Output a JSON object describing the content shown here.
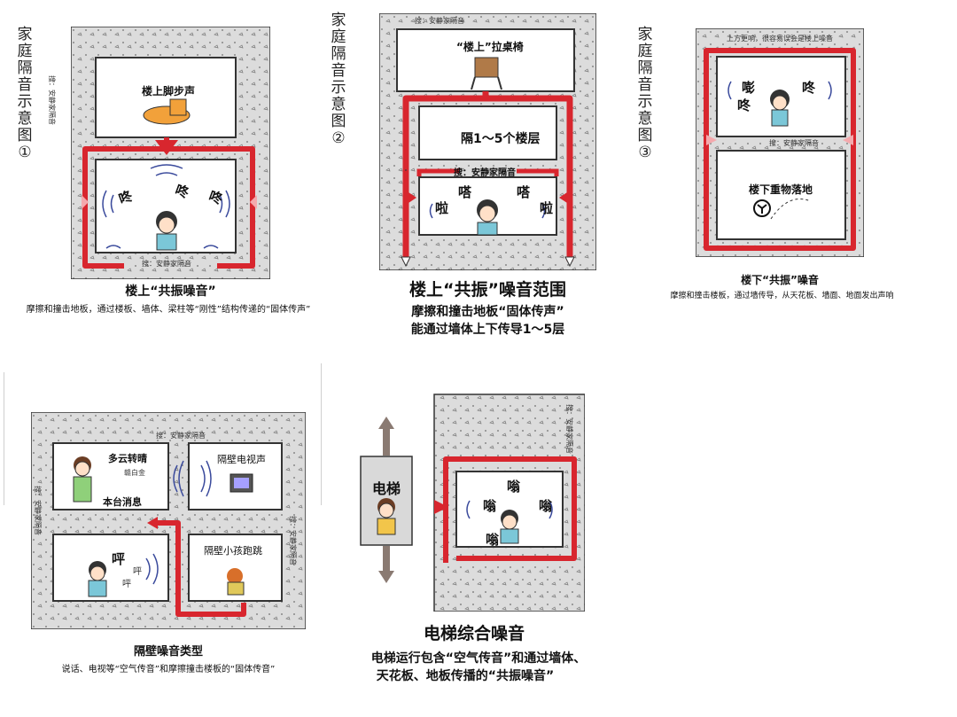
{
  "panel1": {
    "side_title": "家庭隔音示意图①",
    "room_label": "楼上脚步声",
    "onomatopoeia": [
      "咚",
      "咚",
      "咚"
    ],
    "watermark_bottom": "搜：安静家隔音",
    "watermark_side": "搜：安静家隔音",
    "caption_title": "楼上“共振噪音”",
    "caption_sub": "摩擦和撞击地板，通过楼板、墙体、梁柱等“刚性”结构传递的“固体传声”"
  },
  "panel2": {
    "side_title": "家庭隔音示意图②",
    "watermark_top": "搜：安静家隔音",
    "chair_label": "“楼上”拉桌椅",
    "floors_label": "隔1～5个楼层",
    "watermark_mid": "搜：安静家隔音",
    "onomatopoeia": [
      "嗒",
      "嗒",
      "啦",
      "啦"
    ],
    "caption_title": "楼上“共振”噪音范围",
    "caption_sub_1": "摩擦和撞击地板“固体传声”",
    "caption_sub_2": "能通过墙体上下传导1～5层"
  },
  "panel3": {
    "side_title": "家庭隔音示意图③",
    "top_note": "上方更响，很容易误会是楼上噪音",
    "onomatopoeia": [
      "嘭",
      "咚",
      "咚"
    ],
    "watermark_mid": "搜：安静家隔音",
    "room_label": "楼下重物落地",
    "caption_title": "楼下“共振”噪音",
    "caption_sub": "摩擦和撞击楼板，通过墙传导，从天花板、墙面、地面发出声响"
  },
  "panel4": {
    "watermark_top": "搜：安静家隔音",
    "watermark_side_left": "搜：安静家隔音",
    "watermark_side_right": "搜：安静家隔音",
    "tv_texts": [
      "多云转晴",
      "赣白金",
      "本台消息"
    ],
    "tv_label": "隔壁电视声",
    "kid_label": "隔壁小孩跑跳",
    "onomatopoeia": [
      "呯",
      "呯",
      "呯"
    ],
    "caption_title": "隔壁噪音类型",
    "caption_sub": "说话、电视等“空气传音”和摩擦撞击楼板的“固体传音”"
  },
  "panel5": {
    "elevator_label": "电梯",
    "watermark_side": "搜：安静家隔音",
    "onomatopoeia": [
      "嗡",
      "嗡",
      "嗡",
      "嗡"
    ],
    "caption_title": "电梯综合噪音",
    "caption_sub_1": "电梯运行包含“空气传音”和通过墙体、",
    "caption_sub_2": "天花板、地板传播的“共振噪音”"
  },
  "colors": {
    "red": "#d8262e",
    "pink": "#f4a9ad",
    "concrete": "#dcdcdc",
    "room": "#ffffff"
  }
}
